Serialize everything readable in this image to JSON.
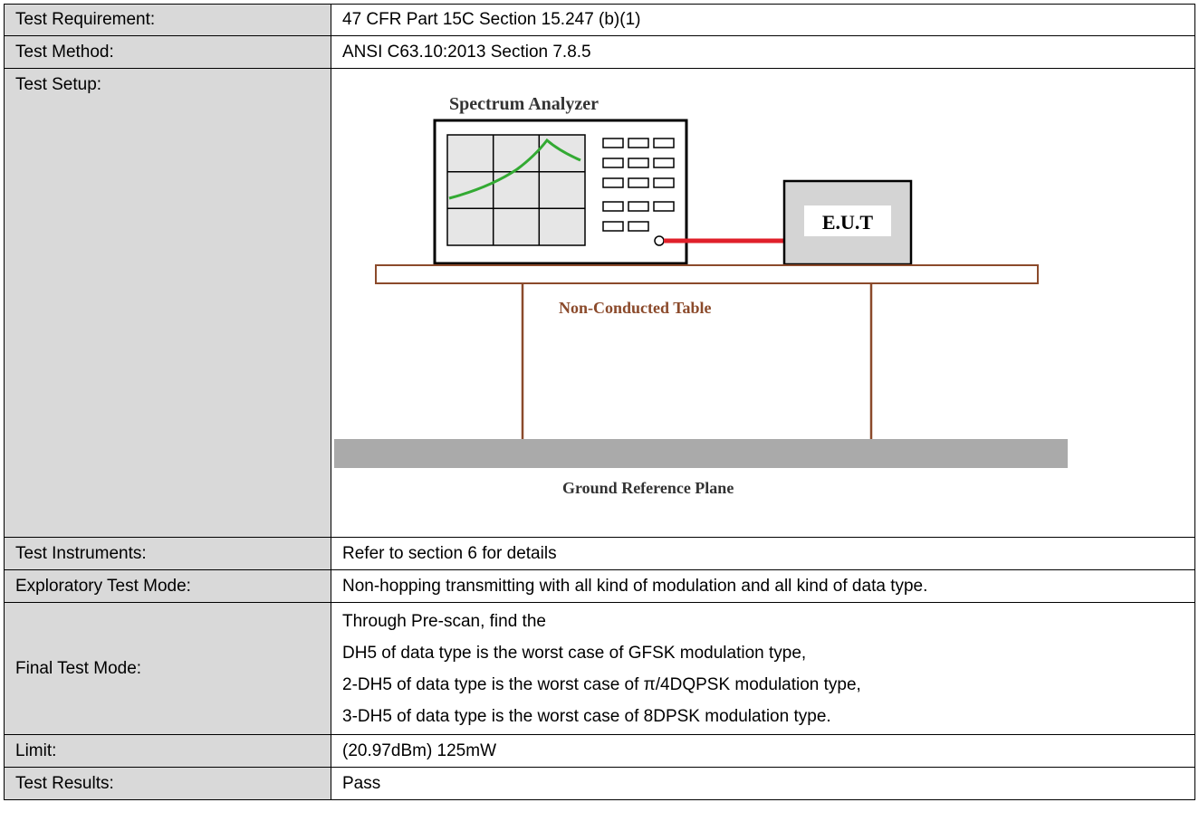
{
  "rows": [
    {
      "label": "Test Requirement:",
      "value": "47 CFR Part 15C Section 15.247 (b)(1)"
    },
    {
      "label": "Test Method:",
      "value": "ANSI C63.10:2013 Section 7.8.5"
    },
    {
      "label": "Test Setup:"
    },
    {
      "label": "Test Instruments:",
      "value": "Refer to section 6 for details"
    },
    {
      "label": "Exploratory Test Mode:",
      "value": "Non-hopping transmitting with all kind of modulation and all kind of data type."
    },
    {
      "label": "Final Test Mode:",
      "lines": [
        "Through Pre-scan, find the",
        "DH5 of data type is the worst case of GFSK modulation type,",
        "2-DH5 of data type is the worst case of π/4DQPSK modulation type,",
        "3-DH5 of data type is the worst case of 8DPSK modulation type."
      ]
    },
    {
      "label": "Limit:",
      "value": "(20.97dBm) 125mW"
    },
    {
      "label": "Test Results:",
      "value": "Pass"
    }
  ],
  "setup_diagram": {
    "analyzer_label": "Spectrum Analyzer",
    "eut_label": "E.U.T",
    "table_label": "Non-Conducted Table",
    "ground_label": "Ground Reference Plane",
    "colors": {
      "table": "#8b4a2b",
      "cable": "#e0202a",
      "trace": "#33aa33",
      "eut_fill": "#d4d4d4",
      "ground": "#aaaaaa",
      "screen": "#e6e6e6"
    }
  }
}
